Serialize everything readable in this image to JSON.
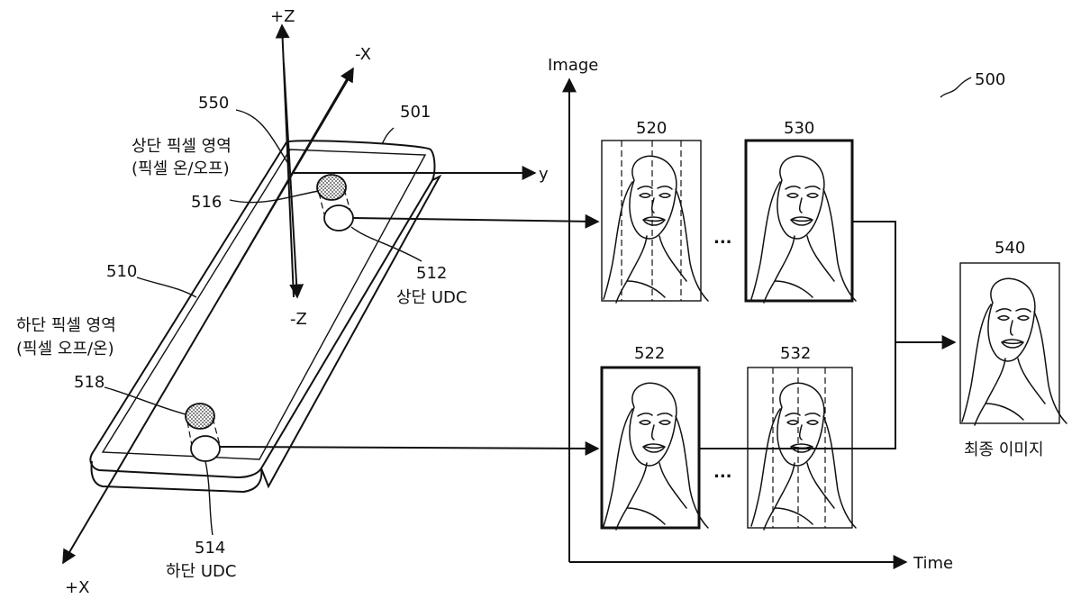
{
  "figure": {
    "number": "500"
  },
  "device": {
    "ref": "501",
    "display_ref": "510",
    "gaze_ref": "550",
    "top_pixel_region": {
      "label_line1": "상단 픽셀 영역",
      "label_line2": "(픽셀 온/오프)",
      "ref": "516"
    },
    "bottom_pixel_region": {
      "label_line1": "하단 픽셀 영역",
      "label_line2": "(픽셀 오프/온)",
      "ref": "518"
    },
    "top_udc": {
      "ref": "512",
      "label": "상단 UDC"
    },
    "bottom_udc": {
      "ref": "514",
      "label": "하단 UDC"
    }
  },
  "axes": {
    "plus_z": "+Z",
    "minus_z": "-Z",
    "minus_x": "-X",
    "plus_x": "+X",
    "y": "y"
  },
  "timeline": {
    "y_label": "Image",
    "x_label": "Time",
    "ellipsis": "..."
  },
  "frames": {
    "top_first": "520",
    "top_last": "530",
    "bottom_first": "522",
    "bottom_last": "532"
  },
  "final_image": {
    "ref": "540",
    "label": "최종 이미지"
  }
}
